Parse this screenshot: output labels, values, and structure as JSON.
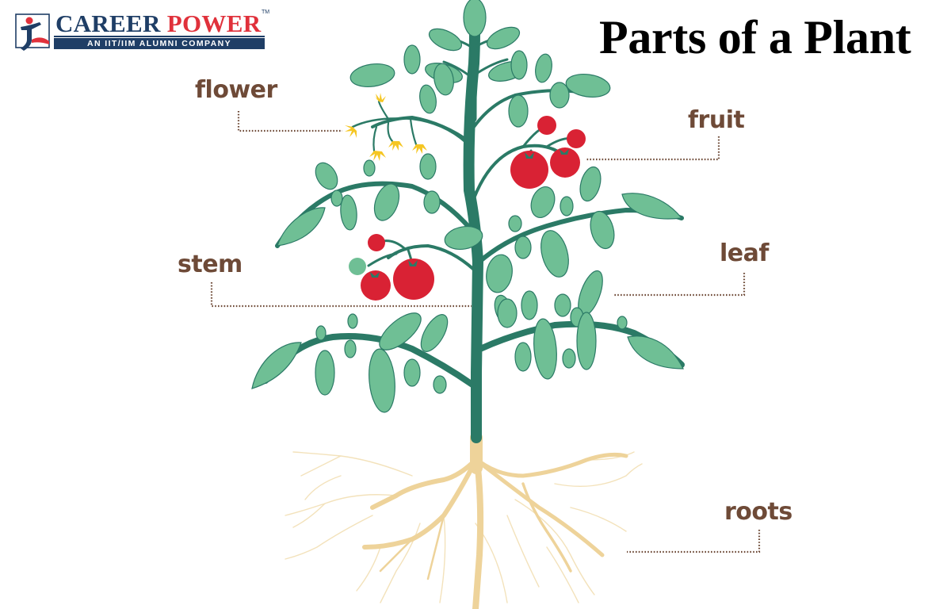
{
  "logo": {
    "brand_word_1": "CAREER",
    "brand_word_2": "POWER",
    "trademark": "TM",
    "tagline": "AN IIT/IIM ALUMNI COMPANY",
    "colors": {
      "navy": "#1f3e66",
      "red": "#e0313b"
    }
  },
  "title": "Parts of a Plant",
  "labels": {
    "flower": "flower",
    "fruit": "fruit",
    "stem": "stem",
    "leaf": "leaf",
    "roots": "roots"
  },
  "colors": {
    "label_text": "#6e4a37",
    "leader_line": "#6e4a37",
    "leaf": "#6fbf95",
    "stem": "#2b7a66",
    "fruit": "#d92234",
    "flower": "#f5c623",
    "root": "#eed39a"
  }
}
